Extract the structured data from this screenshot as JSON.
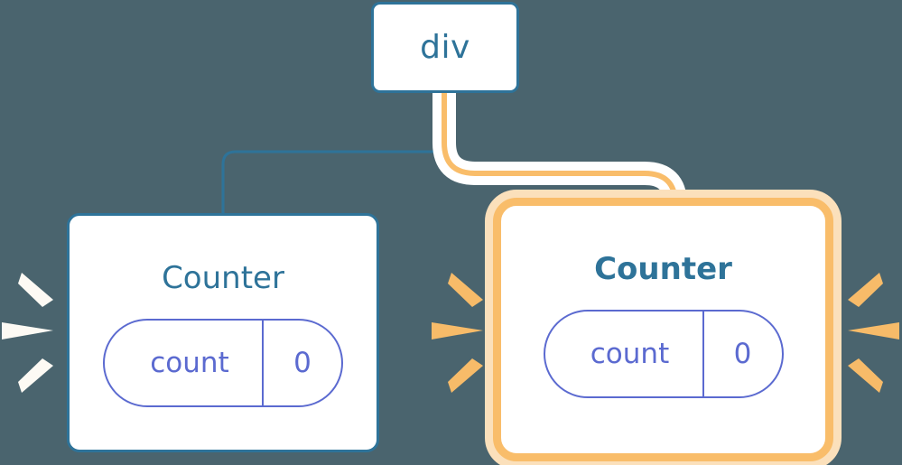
{
  "diagram": {
    "title": "component-tree-rerender-diagram",
    "background_color": "#4a646e"
  },
  "colors": {
    "background": "#4a646e",
    "node_blue": "#2e7399",
    "pill_purple": "#5b6ad0",
    "highlight_orange": "#f9bd6a",
    "highlight_orange_glow": "#fbe0bb",
    "wire_blue": "#2e7399",
    "wire_orange": "#f9bd6a",
    "wire_halo_white": "#ffffff",
    "ray_white": "#fdfaf4",
    "ray_orange": "#f7bb69",
    "node_fill": "#ffffff"
  },
  "nodes": {
    "root": {
      "label": "div",
      "state": "plain"
    },
    "left_counter": {
      "label": "Counter",
      "state": "plain",
      "pill": {
        "key": "count",
        "value": "0"
      }
    },
    "right_counter": {
      "label": "Counter",
      "state": "highlighted",
      "pill": {
        "key": "count",
        "value": "0"
      }
    }
  },
  "edges": [
    {
      "name": "root-to-left-counter",
      "from": "root",
      "to": "left_counter",
      "color": "#2e7399",
      "highlighted": false
    },
    {
      "name": "root-to-right-counter",
      "from": "root",
      "to": "right_counter",
      "color": "#f9bd6a",
      "highlighted": true
    }
  ],
  "bursts": [
    {
      "name": "burst-left-of-left-counter",
      "color": "#fdfaf4",
      "rays": 3
    },
    {
      "name": "burst-right-of-left-counter",
      "color": "#f7bb69",
      "rays": 3
    },
    {
      "name": "burst-right-of-right-counter",
      "color": "#f7bb69",
      "rays": 3
    }
  ]
}
